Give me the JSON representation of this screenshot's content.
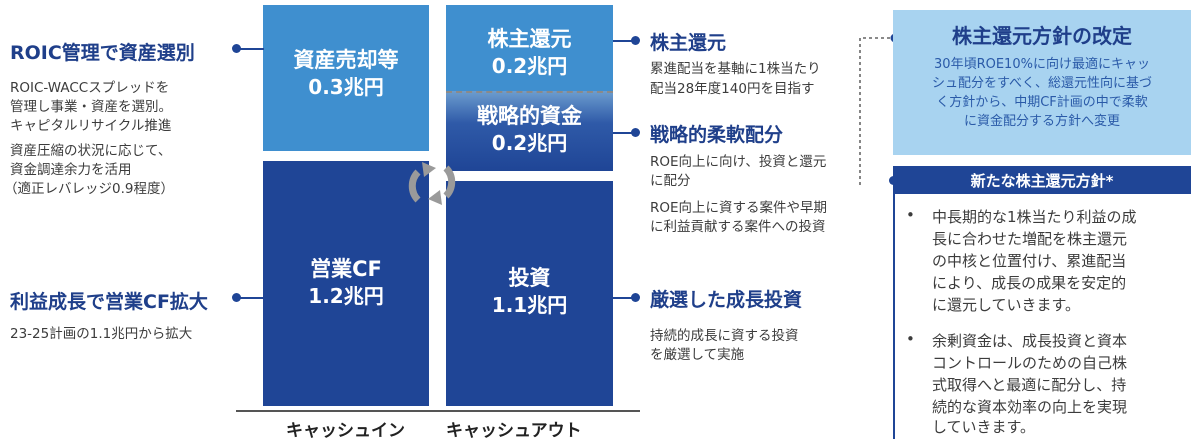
{
  "cash_in": {
    "asset_sale": {
      "label": "資産売却等",
      "value": "0.3兆円"
    },
    "operating_cf": {
      "label": "営業CF",
      "value": "1.2兆円"
    },
    "axis_label": "キャッシュイン"
  },
  "cash_out": {
    "shareholder_return": {
      "label": "株主還元",
      "value": "0.2兆円"
    },
    "strategic_funds": {
      "label": "戦略的資金",
      "value": "0.2兆円"
    },
    "investment": {
      "label": "投資",
      "value": "1.1兆円"
    },
    "axis_label": "キャッシュアウト"
  },
  "left": {
    "roic": {
      "title": "ROIC管理で資産選別",
      "lines": [
        "ROIC-WACCスプレッドを",
        "管理し事業・資産を選別。",
        "キャピタルリサイクル推進",
        "資産圧縮の状況に応じて、",
        "資金調達余力を活用",
        "（適正レバレッジ0.9程度）"
      ]
    },
    "profit": {
      "title": "利益成長で営業CF拡大",
      "lines": [
        "23-25計画の1.1兆円から拡大"
      ]
    }
  },
  "right": {
    "return": {
      "title": "株主還元",
      "lines": [
        "累進配当を基軸に1株当たり",
        "配当28年度140円を目指す"
      ]
    },
    "flexible": {
      "title": "戦略的柔軟配分",
      "lines": [
        "ROE向上に向け、投資と還元",
        "に配分",
        "ROE向上に資する案件や早期",
        "に利益貢献する案件への投資"
      ]
    },
    "growth": {
      "title": "厳選した成長投資",
      "lines": [
        "持続的成長に資する投資",
        "を厳選して実施"
      ]
    }
  },
  "policy_revision": {
    "title": "株主還元方針の改定",
    "lines": [
      "30年頃ROE10%に向け最適にキャッ",
      "シュ配分をすべく、総還元性向に基づ",
      "く方針から、中期CF計画の中で柔軟",
      "に資金配分する方針へ変更"
    ]
  },
  "new_policy": {
    "title": "新たな株主還元方針*",
    "bullets": [
      {
        "mark": "•",
        "lines": [
          "中長期的な1株当たり利益の成",
          "長に合わせた増配を株主還元",
          "の中核と位置付け、累進配当",
          "により、成長の成果を安定的",
          "に還元していきます。"
        ]
      },
      {
        "mark": "•",
        "lines": [
          "余剰資金は、成長投資と資本",
          "コントロールのための自己株",
          "式取得へと最適に配分し、持",
          "続的な資本効率の向上を実現",
          "していきます。"
        ]
      }
    ]
  },
  "colors": {
    "light_blue": "#3f8fcf",
    "dark_blue": "#1f4596",
    "pale_blue": "#a8d3f0",
    "heading": "#1f3f8a"
  }
}
